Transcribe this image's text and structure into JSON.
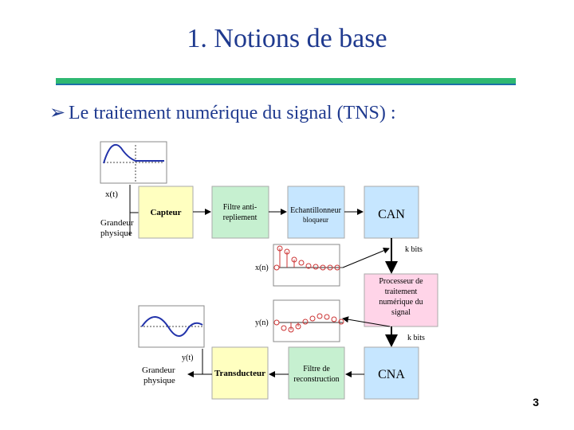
{
  "slide": {
    "title": "1. Notions de base",
    "bullet": "Le traitement numérique du signal (TNS) :",
    "page_number": "3"
  },
  "diagram": {
    "labels": {
      "xt": "x(t)",
      "grandeur_in_1": "Grandeur",
      "grandeur_in_2": "physique",
      "capteur": "Capteur",
      "filtre_anti_1": "Filtre anti-",
      "filtre_anti_2": "repliement",
      "echant_1": "Echantillonneur",
      "echant_2": "bloqueur",
      "can": "CAN",
      "kbits_1": "k bits",
      "xn": "x(n)",
      "proc_1": "Processeur de",
      "proc_2": "traitement",
      "proc_3": "numérique du",
      "proc_4": "signal",
      "yn": "y(n)",
      "kbits_2": "k bits",
      "yt": "y(t)",
      "grandeur_out_1": "Grandeur",
      "grandeur_out_2": "physique",
      "transducteur": "Transducteur",
      "filtre_rec_1": "Filtre de",
      "filtre_rec_2": "reconstruction",
      "cna": "CNA"
    },
    "colors": {
      "capteur_block": "#ffffc0",
      "filter_block": "#c6f0d0",
      "conv_block": "#c6e6ff",
      "processor_block": "#ffd4e8",
      "signal_line": "#2233aa",
      "sample_color": "#cc3333"
    }
  }
}
